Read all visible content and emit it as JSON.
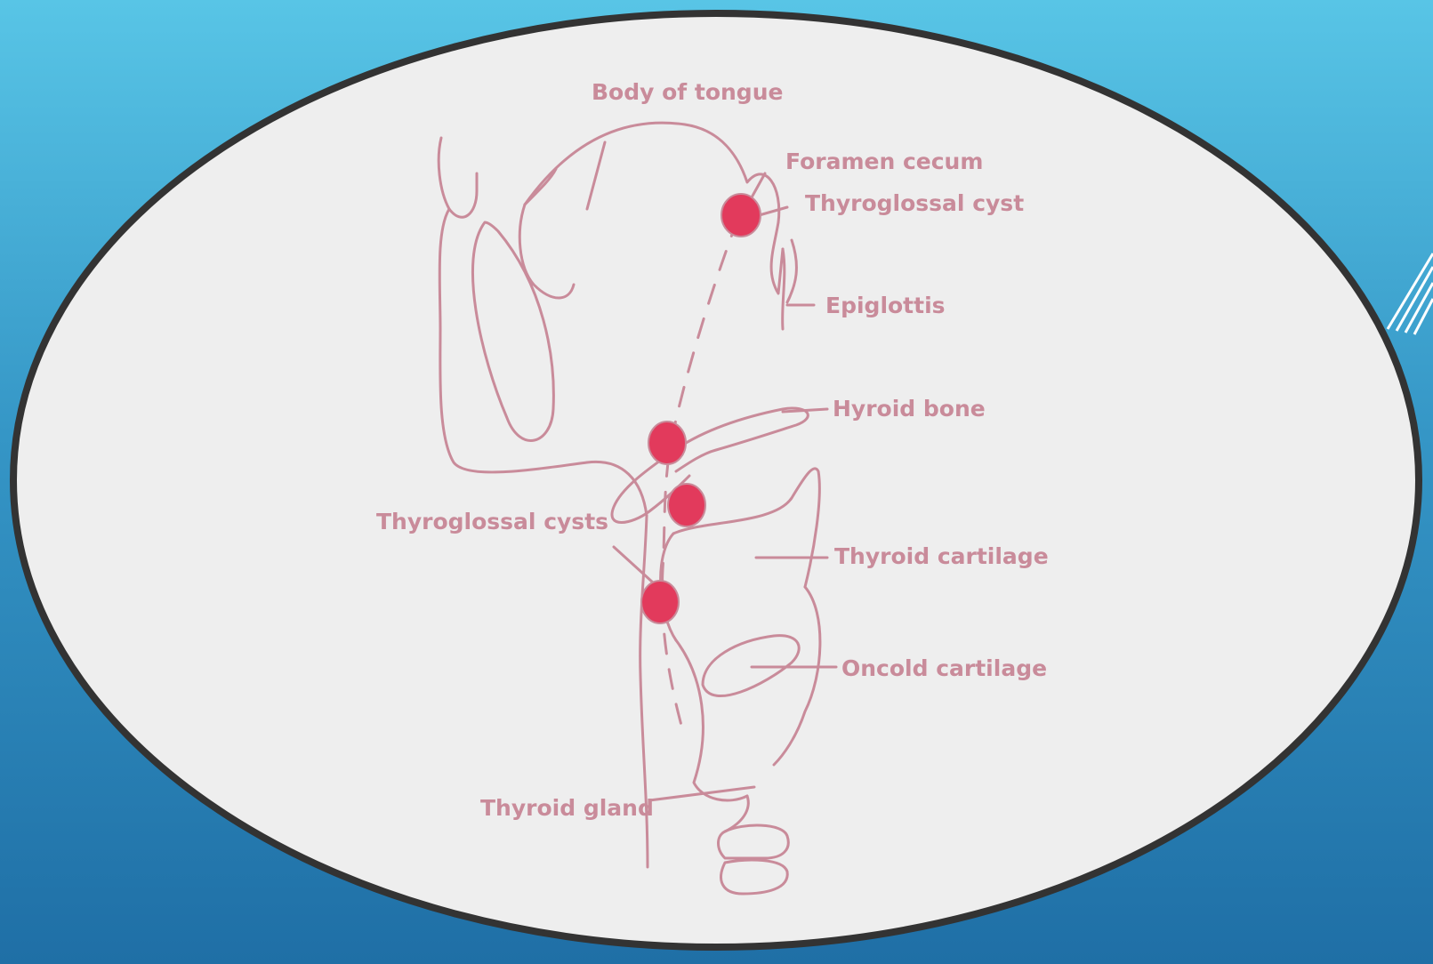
{
  "colors": {
    "background_top": "#58c5e6",
    "background_bottom": "#1f6fa6",
    "panel_fill": "#eeeeee",
    "panel_border": "#333333",
    "line": "#c98b9a",
    "label": "#c98b9a",
    "cyst": "#e23a5c",
    "corner_stripes": "#ffffff"
  },
  "icons": {
    "corner": "diagonal-stripes-icon"
  },
  "labels": {
    "body_of_tongue": "Body of tongue",
    "foramen_cecum": "Foramen cecum",
    "thyroglossal_cyst": "Thyroglossal cyst",
    "epiglottis": "Epiglottis",
    "hyoid_bone": "Hyroid bone",
    "thyroglossal_cysts": "Thyroglossal cysts",
    "thyroid_cartilage": "Thyroid cartilage",
    "cricoid_cartilage": "Oncold cartilage",
    "thyroid_gland": "Thyroid gland"
  }
}
